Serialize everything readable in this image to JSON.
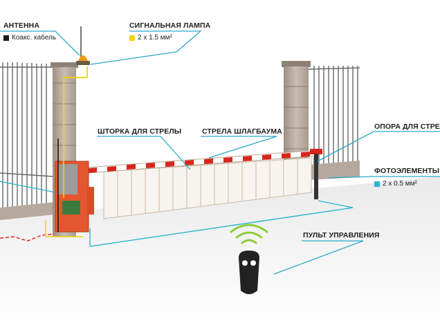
{
  "labels": {
    "antenna": {
      "title": "АНТЕННА",
      "detail": "Коакс. кабель"
    },
    "signal_lamp": {
      "title": "СИГНАЛЬНАЯ ЛАМПА",
      "detail": "2 x 1.5 мм²"
    },
    "boom_skirt": {
      "title": "ШТОРКА ДЛЯ СТРЕЛЫ"
    },
    "boom": {
      "title": "СТРЕЛА ШЛАГБАУМА"
    },
    "boom_support": {
      "title": "ОПОРА ДЛЯ СТРЕЛЫ"
    },
    "photocells": {
      "title": "ФОТОЭЛЕМЕНТЫ TX",
      "detail": "2 x 0.5 мм²"
    },
    "remote": {
      "title": "ПУЛЬТ УПРАВЛЕНИЯ"
    }
  },
  "colors": {
    "cable_coax": "#1a1a1a",
    "cable_lamp": "#f2d300",
    "cable_photo": "#2bb5cf",
    "cable_power": "#d8261d",
    "leader_line": "#2aa7c9",
    "boom_red": "#d8261d",
    "barrier_housing": "#e4572e",
    "lamp_orange": "#f39a12"
  },
  "icons": {
    "antenna": "antenna-icon",
    "lamp": "signal-lamp-icon",
    "remote": "remote-control-icon",
    "signal_waves": "wireless-signal-icon"
  }
}
